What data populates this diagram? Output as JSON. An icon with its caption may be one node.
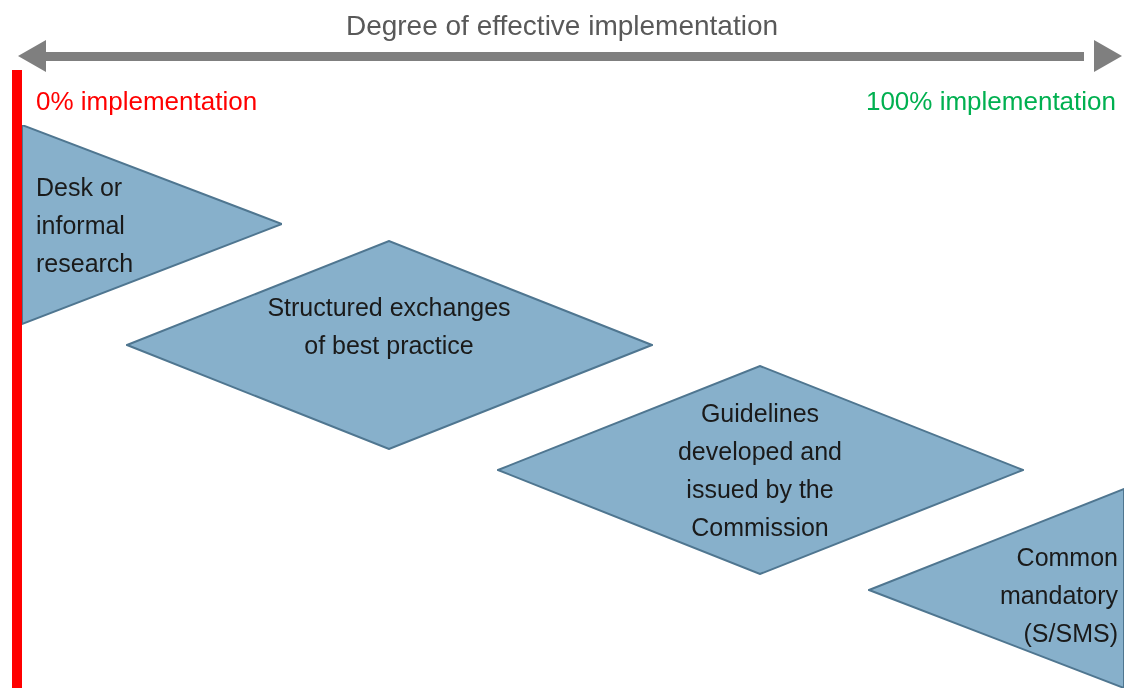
{
  "diagram": {
    "nodes": [
      {
        "text": [
          "Desk or informal research"
        ]
      },
      {
        "text": [
          "Structured exchanges of best practice"
        ]
      },
      {
        "text": [
          "Guidelines developed and issued by the Commission"
        ]
      },
      {
        "text": [
          "Common mandatory (S/SMS)"
        ]
      }
    ],
    "edges": [],
    "labels": [
      "Degree of effective implementation",
      "0% implementation",
      "100% implementation"
    ]
  }
}
